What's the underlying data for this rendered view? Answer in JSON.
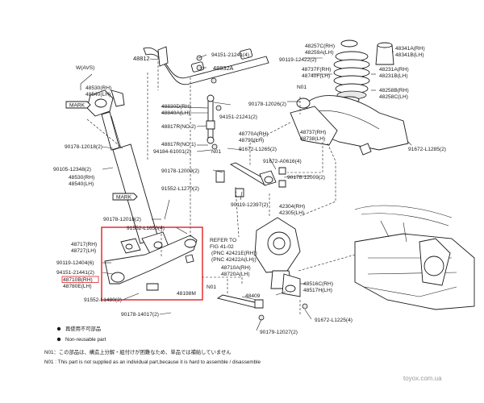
{
  "variant_label": "W(AVS)",
  "labels": {
    "p48530": [
      "48530(RH)",
      "48540(LH)"
    ],
    "p48812": "48812",
    "p94151_21241": "94151-21241(4)",
    "p48832A": "48832A",
    "p48830D": [
      "48830D(RH)",
      "48840A(LH)"
    ],
    "p48817R_no2": "48817R(NO.2)",
    "p94151_21241b": "94151-21241(2)",
    "p48817R_no1": "48817R(NO.1)",
    "p94184_61001": "94184-61001(2)",
    "p90178_12018a": "90178-12018(2)",
    "p90105_12348": "90105-12348(2)",
    "p48530b": [
      "48530(RH)",
      "48540(LH)"
    ],
    "p91552_L1270": "91552-L1270(2)",
    "p90178_12018b": "90178-12018(2)",
    "p91552_L1650": "91552-L1650(4)",
    "p48717": [
      "48717(RH)",
      "48727(LH)"
    ],
    "p90119_12404": "90119-12404(6)",
    "p94151_21441": "94151-21441(2)",
    "p48710B": [
      "48710B(RH)",
      "48780E(LH)"
    ],
    "p91552_L1480": "91552-L1480(2)",
    "p48198M": "48198M",
    "p90178_14017": "90178-14017(2)",
    "p48257C": [
      "48257C(RH)",
      "48259A(LH)"
    ],
    "p48341A": [
      "48341A(RH)",
      "48341B(LH)"
    ],
    "p90119_12422": "90119-12422(2)",
    "p48231A": [
      "48231A(RH)",
      "48231B(LH)"
    ],
    "p48737F": [
      "48737F(RH)",
      "48740F(LH)"
    ],
    "p48258B": [
      "48258B(RH)",
      "48258C(LH)"
    ],
    "p90178_12026": "90178-12026(2)",
    "p48737": [
      "48737(RH)",
      "48738(LH)"
    ],
    "p48770A": [
      "48770A(RH)",
      "48790(LH)"
    ],
    "p91672_L1265": "91672-L1265(2)",
    "p91672_L1285": "91672-L1285(2)",
    "p91672_A0616": "91672-A0616(4)",
    "p90178_12009a": "90178-12009(2)",
    "p90178_12009b": "90178-12009(2)",
    "p90119_12397": "90119-12397(2)",
    "p42304": [
      "42304(RH)",
      "42305(LH)"
    ],
    "p48710A": [
      "48710A(RH)",
      "48720A(LH)"
    ],
    "p48409": "48409",
    "p48516C": [
      "48516C(RH)",
      "48517H(LH)"
    ],
    "p91672_L1225": "91672-L1225(4)",
    "p90179_12027": "90179-12027(2)",
    "n01_a": "N01",
    "n01_b": "N01",
    "n01_c": "N01",
    "mark_a": "MARK",
    "mark_b": "MARK",
    "refer": [
      "REFER TO",
      "FIG 41-02",
      "(PNC 42421E(RH))",
      "(PNC 42422A(LH))"
    ]
  },
  "legend": {
    "line1": "再使用不可部品",
    "line2": "Non-reusable part",
    "note1": "N01：この部品は、構造上分解・組付けが困難なため、単品では補給していません",
    "note2": "N01 : This part is not supplied as an individual part,because it is hard to assemble / disassemble"
  },
  "watermark": "toyox.com.ua",
  "colors": {
    "highlight": "#e31e24",
    "ink": "#1a1a1a",
    "watermark": "#9a9a9a"
  }
}
